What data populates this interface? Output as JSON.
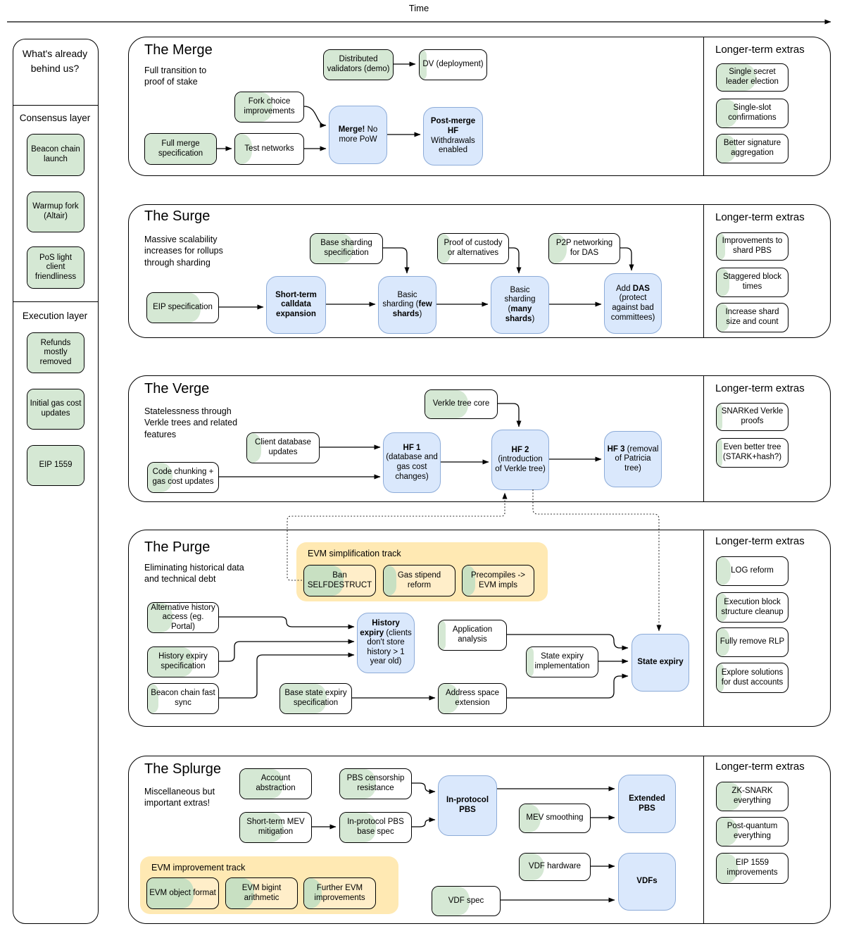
{
  "timeline": {
    "label": "Time"
  },
  "sidebar": {
    "title": "What's already behind us?",
    "groups": [
      {
        "label": "Consensus layer",
        "items": [
          {
            "label": "Beacon chain launch",
            "progress": 100
          },
          {
            "label": "Warmup fork (Altair)",
            "progress": 100
          },
          {
            "label": "PoS light client friendliness",
            "progress": 100
          }
        ]
      },
      {
        "label": "Execution layer",
        "items": [
          {
            "label": "Refunds mostly removed",
            "progress": 100
          },
          {
            "label": "Initial gas cost updates",
            "progress": 100
          },
          {
            "label": "EIP 1559",
            "progress": 100
          }
        ]
      }
    ]
  },
  "sections": [
    {
      "title": "The Merge",
      "subtitle": "Full transition to proof of stake",
      "extras_title": "Longer-term extras",
      "nodes": [
        {
          "label": "Distributed validators (demo)",
          "progress": 100
        },
        {
          "label": "DV (deployment)",
          "progress": 10
        },
        {
          "label": "Fork choice improvements",
          "progress": 55
        },
        {
          "label": "Full merge specification",
          "progress": 100
        },
        {
          "label": "Test networks",
          "progress": 25
        },
        {
          "bold": "Merge!",
          "post": " No more PoW"
        },
        {
          "bold": "Post-merge HF",
          "post": " Withdrawals enabled"
        }
      ],
      "extras": [
        {
          "label": "Single secret leader election",
          "progress": 55
        },
        {
          "label": "Single-slot confirmations",
          "progress": 30
        },
        {
          "label": "Better signature aggregation",
          "progress": 28
        }
      ]
    },
    {
      "title": "The Surge",
      "subtitle": "Massive scalability increases for rollups through sharding",
      "extras_title": "Longer-term extras",
      "nodes": [
        {
          "label": "EIP specification",
          "progress": 75
        },
        {
          "bold": "Short-term calldata expansion"
        },
        {
          "label": "Base sharding specification",
          "progress": 60
        },
        {
          "pre": "Basic sharding (",
          "bold": "few shards",
          "post": ")"
        },
        {
          "label": "Proof of custody or alternatives",
          "progress": 18
        },
        {
          "pre": "Basic sharding (",
          "bold": "many shards",
          "post": ")"
        },
        {
          "label": "P2P networking for DAS",
          "progress": 25
        },
        {
          "pre": "Add ",
          "bold": "DAS",
          "post": " (protect against bad committees)"
        }
      ],
      "extras": [
        {
          "label": "Improvements to shard PBS",
          "progress": 12
        },
        {
          "label": "Staggered block times",
          "progress": 18
        },
        {
          "label": "Increase shard size and count",
          "progress": 18
        }
      ]
    },
    {
      "title": "The Verge",
      "subtitle": "Statelessness through Verkle trees and related features",
      "extras_title": "Longer-term extras",
      "nodes": [
        {
          "label": "Verkle tree core",
          "progress": 60
        },
        {
          "label": "Client database updates",
          "progress": 20
        },
        {
          "label": "Code chunking + gas cost updates",
          "progress": 35
        },
        {
          "bold": "HF 1",
          "post": " (database and gas cost changes)"
        },
        {
          "bold": "HF 2",
          "post": " (introduction of Verkle tree)"
        },
        {
          "bold": "HF 3",
          "post": " (removal of Patricia tree)"
        }
      ],
      "extras": [
        {
          "label": "SNARKed Verkle proofs",
          "progress": 8
        },
        {
          "label": "Even better tree (STARK+hash?)",
          "progress": 8
        }
      ]
    },
    {
      "title": "The Purge",
      "subtitle": "Eliminating historical data and technical debt",
      "extras_title": "Longer-term extras",
      "track": {
        "label": "EVM simplification track"
      },
      "nodes": [
        {
          "label": "Ban SELFDESTRUCT",
          "progress": 55
        },
        {
          "label": "Gas stipend reform",
          "progress": 18
        },
        {
          "label": "Precompiles -> EVM impls",
          "progress": 18
        },
        {
          "label": "Alternative history access (eg. Portal)",
          "progress": 35
        },
        {
          "label": "History expiry specification",
          "progress": 65
        },
        {
          "label": "Beacon chain fast sync",
          "progress": 15
        },
        {
          "bold": "History expiry",
          "post": " (clients don't store history > 1 year old)"
        },
        {
          "label": "Application analysis",
          "progress": 10
        },
        {
          "label": "Base state expiry specification",
          "progress": 65
        },
        {
          "label": "Address space extension",
          "progress": 30
        },
        {
          "label": "State expiry implementation",
          "progress": 10
        },
        {
          "bold": "State expiry"
        }
      ],
      "extras": [
        {
          "label": "LOG reform",
          "progress": 20
        },
        {
          "label": "Execution block structure cleanup",
          "progress": 15
        },
        {
          "label": "Fully remove RLP",
          "progress": 18
        },
        {
          "label": "Explore solutions for dust accounts",
          "progress": 10
        }
      ]
    },
    {
      "title": "The Splurge",
      "subtitle": "Miscellaneous but important extras!",
      "extras_title": "Longer-term extras",
      "track": {
        "label": "EVM improvement track"
      },
      "nodes": [
        {
          "label": "Account abstraction",
          "progress": 60
        },
        {
          "label": "PBS censorship resistance",
          "progress": 50
        },
        {
          "label": "Short-term MEV mitigation",
          "progress": 60
        },
        {
          "label": "In-protocol PBS base spec",
          "progress": 50
        },
        {
          "bold": "In-protocol PBS"
        },
        {
          "label": "MEV smoothing",
          "progress": 30
        },
        {
          "bold": "Extended PBS"
        },
        {
          "label": "VDF hardware",
          "progress": 35
        },
        {
          "bold": "VDFs"
        },
        {
          "label": "VDF spec",
          "progress": 55
        },
        {
          "label": "EVM object format",
          "progress": 65
        },
        {
          "label": "EVM bigint arithmetic",
          "progress": 40
        },
        {
          "label": "Further EVM improvements",
          "progress": 25
        }
      ],
      "extras": [
        {
          "label": "ZK-SNARK everything",
          "progress": 35
        },
        {
          "label": "Post-quantum everything",
          "progress": 30
        },
        {
          "label": "EIP 1559 improvements",
          "progress": 30
        }
      ]
    }
  ]
}
